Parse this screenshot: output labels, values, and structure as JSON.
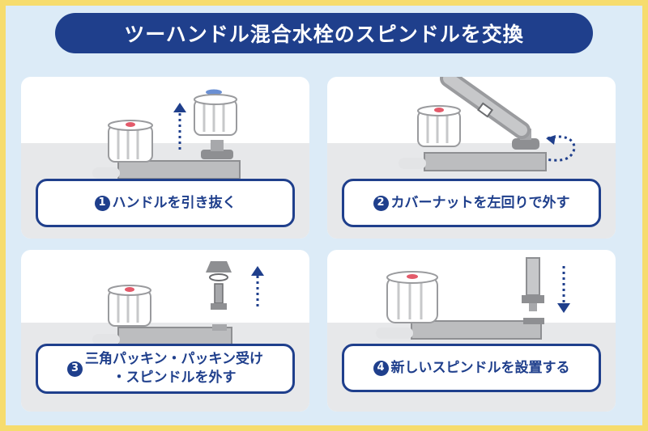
{
  "title": "ツーハンドル混合水栓のスピンドルを交換",
  "steps": [
    {
      "num": "1",
      "text": "ハンドルを引き抜く"
    },
    {
      "num": "2",
      "text": "カバーナットを左回りで外す"
    },
    {
      "num": "3",
      "text": "三角パッキン・パッキン受け\n・スピンドルを外す"
    },
    {
      "num": "4",
      "text": "新しいスピンドルを設置する"
    }
  ],
  "colors": {
    "frame": "#f6dc6e",
    "background": "#dcebf7",
    "accent": "#1f3f8c",
    "arrow": "#1f3f8c"
  }
}
